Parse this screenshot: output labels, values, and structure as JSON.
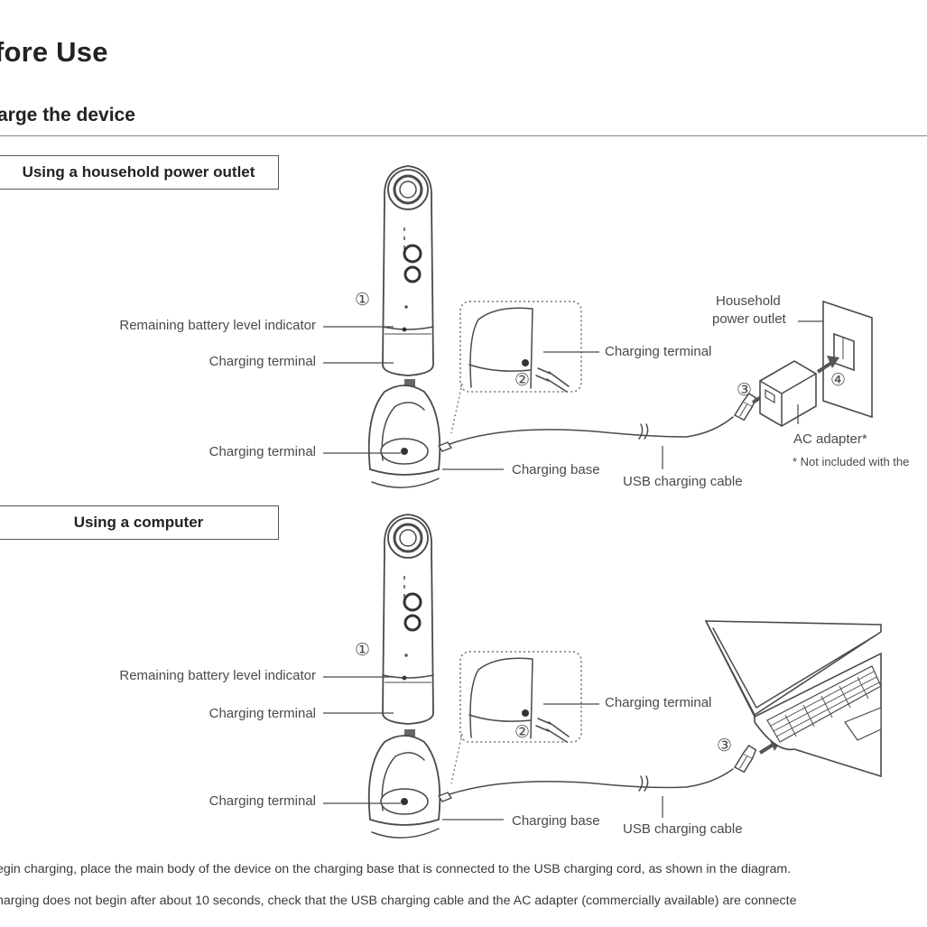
{
  "header": {
    "title": "fore Use",
    "subtitle": "arge the device"
  },
  "section_outlet": {
    "box_label": "Using a household power outlet",
    "step1": "①",
    "step2": "②",
    "step3": "③",
    "step4": "④",
    "battery_indicator": "Remaining battery level indicator",
    "charging_terminal_body": "Charging terminal",
    "charging_terminal_base": "Charging terminal",
    "charging_terminal_detail": "Charging terminal",
    "charging_base": "Charging base",
    "usb_cable": "USB charging cable",
    "household_outlet_line1": "Household",
    "household_outlet_line2": "power outlet",
    "ac_adapter": "AC adapter*",
    "footnote": "* Not included with the"
  },
  "section_computer": {
    "box_label": "Using a computer",
    "step1": "①",
    "step2": "②",
    "step3": "③",
    "battery_indicator": "Remaining battery level indicator",
    "charging_terminal_body": "Charging terminal",
    "charging_terminal_base": "Charging terminal",
    "charging_terminal_detail": "Charging terminal",
    "charging_base": "Charging base",
    "usb_cable": "USB charging cable"
  },
  "instructions": {
    "line1": "egin charging, place the main body of the device on the charging base that is connected to the USB charging cord, as shown in the diagram.",
    "line2": "harging does not begin after about 10 seconds, check that the USB charging cable and the AC adapter (commercially available) are connecte"
  }
}
